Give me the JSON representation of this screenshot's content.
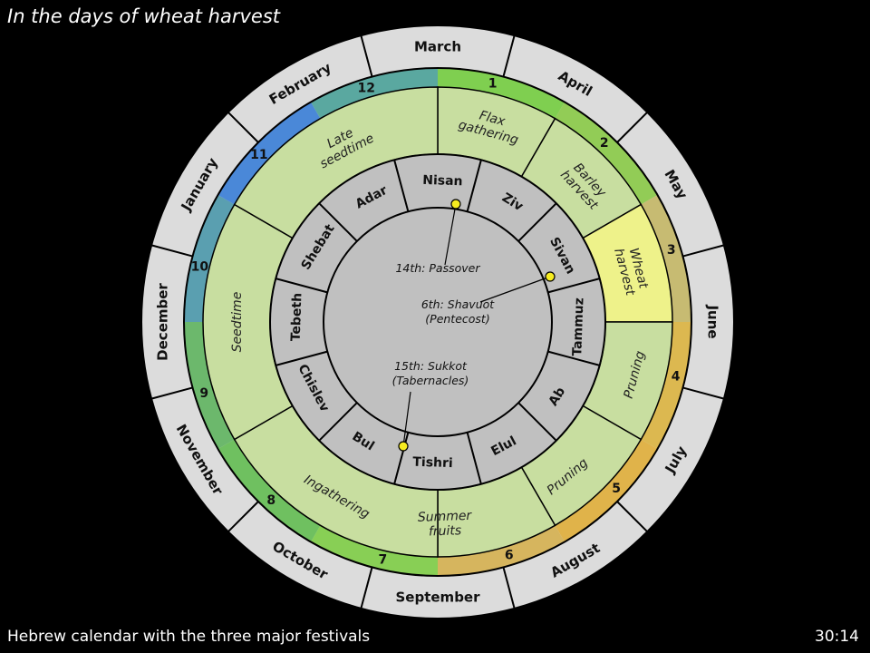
{
  "title": "In the days of wheat harvest",
  "caption": "Hebrew calendar with the three major festivals",
  "timer": "30:14",
  "months": [
    "March",
    "April",
    "May",
    "June",
    "July",
    "August",
    "September",
    "October",
    "November",
    "December",
    "January",
    "February"
  ],
  "month_numbers": [
    "1",
    "2",
    "3",
    "4",
    "5",
    "6",
    "7",
    "8",
    "9",
    "10",
    "11",
    "12"
  ],
  "number_ring_colors": [
    "#7fcf50",
    "#92cc56",
    "#c7bb72",
    "#dcb850",
    "#e0b34a",
    "#d6b55e",
    "#88cf55",
    "#6fc060",
    "#6cb86c",
    "#5a9fb0",
    "#4a88d8",
    "#5aa8a0"
  ],
  "seasons": [
    {
      "lines": [
        "Flax",
        "gathering"
      ],
      "color": "#c8dea0"
    },
    {
      "lines": [
        "Barley",
        "harvest"
      ],
      "color": "#c8dea0"
    },
    {
      "lines": [
        "Wheat",
        "harvest"
      ],
      "color": "#eef28a"
    },
    {
      "lines": [
        "Pruning"
      ],
      "color": "#c8dea0"
    },
    {
      "lines": [
        "Pruning"
      ],
      "color": "#c8dea0"
    },
    {
      "lines": [
        "Summer",
        "fruits"
      ],
      "color": "#c8dea0"
    },
    {
      "lines": [
        "Ingathering"
      ],
      "color": "#c8dea0"
    },
    {
      "lines": [
        "Seedtime"
      ],
      "color": "#c8dea0"
    },
    {
      "lines": [
        "Late",
        "seedtime"
      ],
      "color": "#c8dea0"
    }
  ],
  "hebrew_months": [
    "Nisan",
    "Ziv",
    "Sivan",
    "Tammuz",
    "Ab",
    "Elul",
    "Tishri",
    "Bul",
    "Chislev",
    "Tebeth",
    "Shebat",
    "Adar"
  ],
  "festivals": [
    {
      "name": "14th: Passover",
      "sub": ""
    },
    {
      "name": "6th: Shavuot",
      "sub": "(Pentecost)"
    },
    {
      "name": "15th: Sukkot",
      "sub": "(Tabernacles)"
    }
  ]
}
